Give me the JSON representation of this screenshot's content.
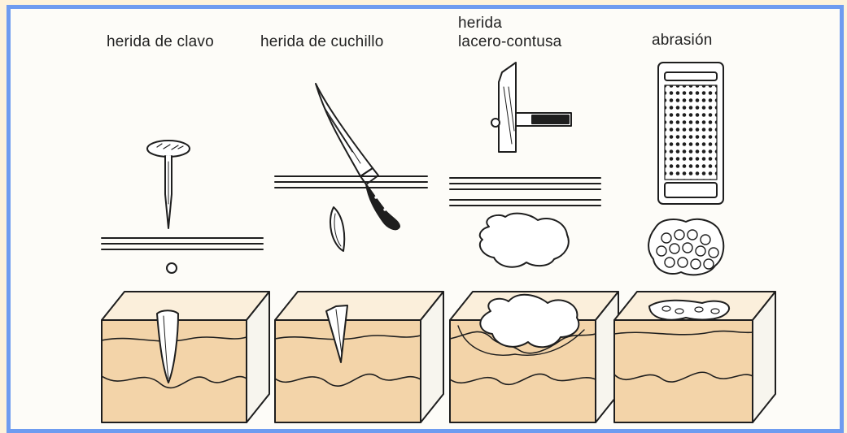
{
  "colors": {
    "frame_border": "#6e9cf0",
    "page_background": "#fdf3dc",
    "panel_background": "#fdfcf8",
    "skin_fill": "#f3d4a9",
    "ink": "#1e1e1e"
  },
  "panels": [
    {
      "id": "nail",
      "label": "herida de clavo",
      "icon": "nail-icon"
    },
    {
      "id": "knife",
      "label": "herida de cuchillo",
      "icon": "knife-icon"
    },
    {
      "id": "contusion",
      "label_line1": "herida",
      "label_line2": "lacero-contusa",
      "icon": "cleaver-icon"
    },
    {
      "id": "abrasion",
      "label": "abrasión",
      "icon": "grater-icon"
    }
  ]
}
